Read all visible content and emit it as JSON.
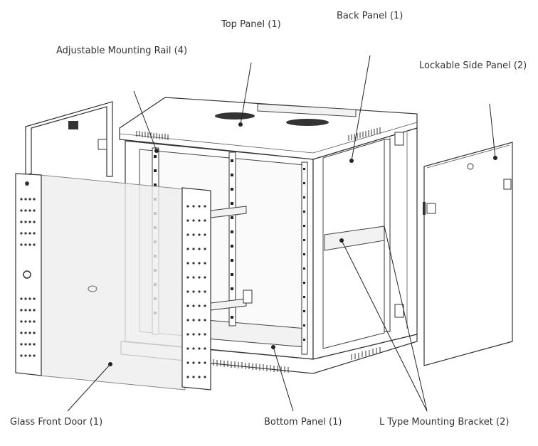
{
  "labels": {
    "top_panel": "Top Panel (1)",
    "back_panel": "Back Panel (1)",
    "adjustable_rail": "Adjustable Mounting Rail (4)",
    "side_panel": "Lockable Side Panel (2)",
    "front_door": "Glass Front Door (1)",
    "bottom_panel": "Bottom Panel (1)",
    "l_bracket": "L Type Mounting Bracket (2)"
  },
  "colors": {
    "line": "#222222",
    "text": "#333333",
    "glass": "#e9e9e9"
  }
}
